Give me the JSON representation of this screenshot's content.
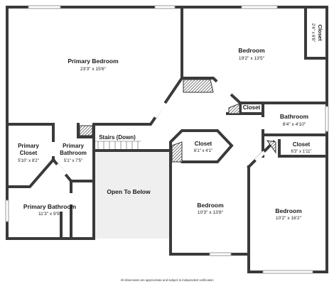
{
  "rooms": {
    "primary_bedroom": {
      "name": "Primary Bedroom",
      "dims": "23'3\" x 15'6\""
    },
    "bedroom_ne": {
      "name": "Bedroom",
      "dims": "19'2\" x 13'5\""
    },
    "closet_ne": {
      "name": "Closet",
      "dims": "2'4\" x 6'6\""
    },
    "closet_small": {
      "name": "Closet"
    },
    "bathroom": {
      "name": "Bathroom",
      "dims": "8'4\" x 4'10\""
    },
    "closet_bath": {
      "name": "Closet",
      "dims": "6'3\" x 1'11\""
    },
    "closet_center": {
      "name": "Closet",
      "dims": "6'1\" x 4'1\""
    },
    "stairs": {
      "name": "Stairs (Down)"
    },
    "primary_closet": {
      "name": "Primary Closet",
      "dims": "5'10\" x 8'2\""
    },
    "primary_bathroom_small": {
      "name": "Primary Bathroom",
      "dims": "5'1\" x 7'5\""
    },
    "primary_bathroom": {
      "name": "Primary Bathroom",
      "dims": "11'3\" x 9'9\""
    },
    "open_below": {
      "name": "Open To Below"
    },
    "bedroom_center": {
      "name": "Bedroom",
      "dims": "10'3\" x 13'8\""
    },
    "bedroom_se": {
      "name": "Bedroom",
      "dims": "10'2\" x 16'2\""
    }
  },
  "footer": "All dimensions are approximate and subject to independent verification",
  "colors": {
    "wall": "#3a3a3a",
    "open_below_fill": "#efefef",
    "window": "#9a9a9a"
  }
}
